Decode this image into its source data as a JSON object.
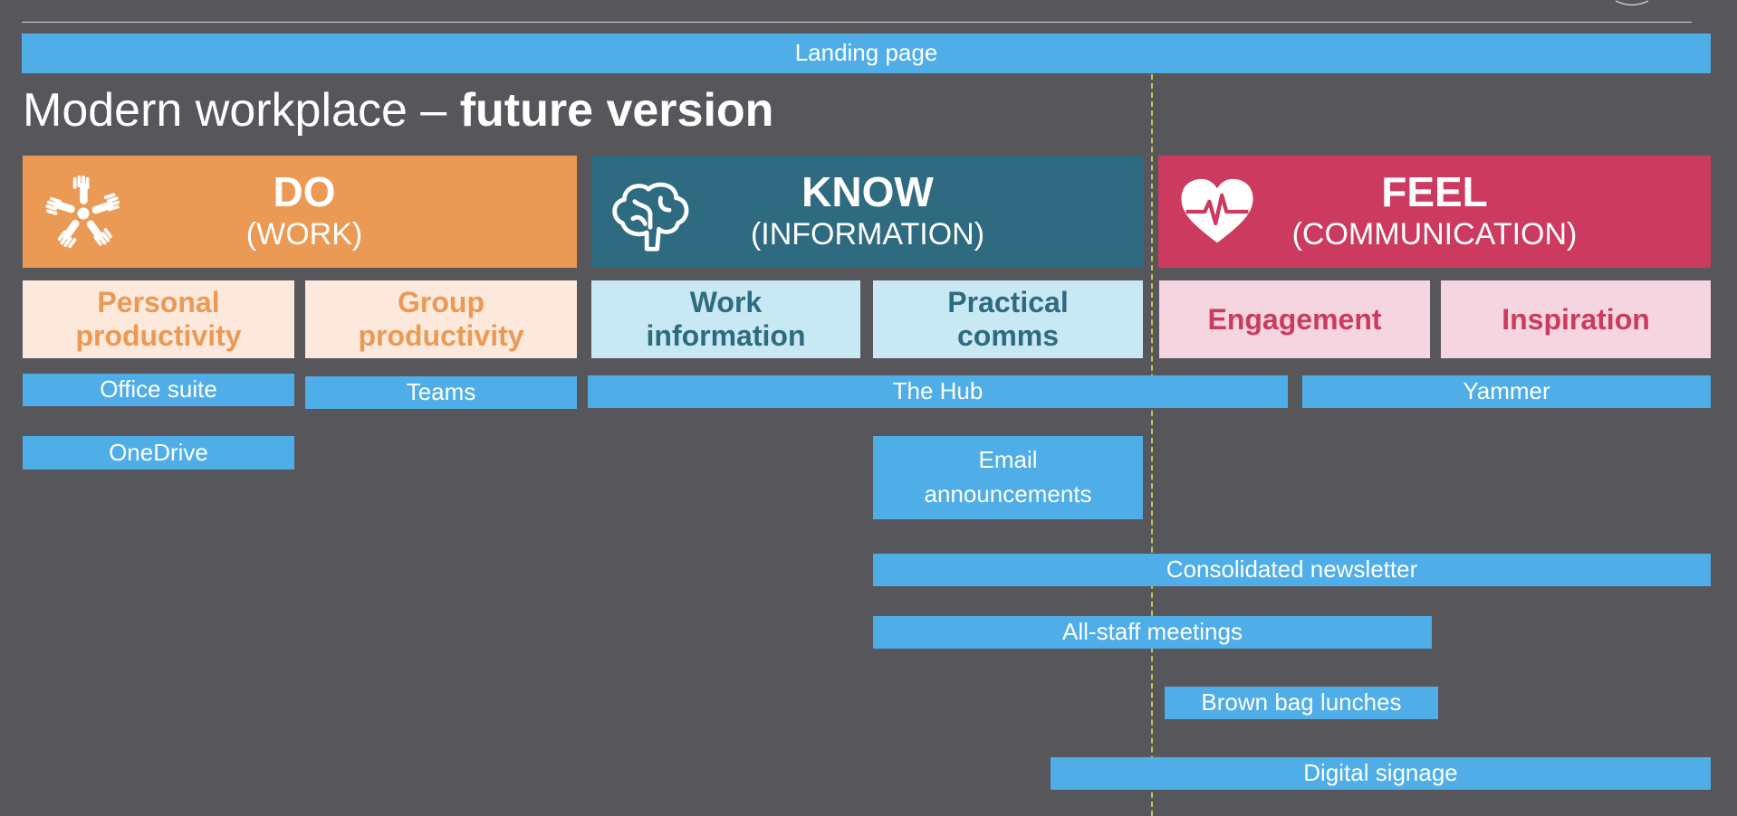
{
  "landing_page": "Landing page",
  "title": {
    "regular": "Modern workplace – ",
    "bold": "future version"
  },
  "categories": [
    {
      "name": "DO",
      "sub": "(WORK)",
      "icon": "hands-icon",
      "color": "#eb9a55"
    },
    {
      "name": "KNOW",
      "sub": "(INFORMATION)",
      "icon": "brain-icon",
      "color": "#2f6b80"
    },
    {
      "name": "FEEL",
      "sub": "(COMMUNICATION)",
      "icon": "heart-pulse-icon",
      "color": "#cc3a5f"
    }
  ],
  "subcategories": [
    {
      "label": "Personal productivity",
      "bg": "#fce9dc",
      "fg": "#eb9a55"
    },
    {
      "label": "Group productivity",
      "bg": "#fce9dc",
      "fg": "#eb9a55"
    },
    {
      "label": "Work information",
      "bg": "#c8e8f4",
      "fg": "#2f6b80"
    },
    {
      "label": "Practical comms",
      "bg": "#c8e8f4",
      "fg": "#2f6b80"
    },
    {
      "label": "Engagement",
      "bg": "#f5d6e0",
      "fg": "#cc3a5f"
    },
    {
      "label": "Inspiration",
      "bg": "#f5d6e0",
      "fg": "#cc3a5f"
    }
  ],
  "tools": {
    "office_suite": "Office suite",
    "teams": "Teams",
    "the_hub": "The Hub",
    "yammer": "Yammer",
    "onedrive": "OneDrive",
    "email_announcements": "Email announcements",
    "consolidated_newsletter": "Consolidated newsletter",
    "all_staff_meetings": "All-staff meetings",
    "brown_bag_lunches": "Brown bag lunches",
    "digital_signage": "Digital signage"
  },
  "colors": {
    "background": "#57565b",
    "bar": "#4faee8",
    "divider": "#c6c25a"
  }
}
